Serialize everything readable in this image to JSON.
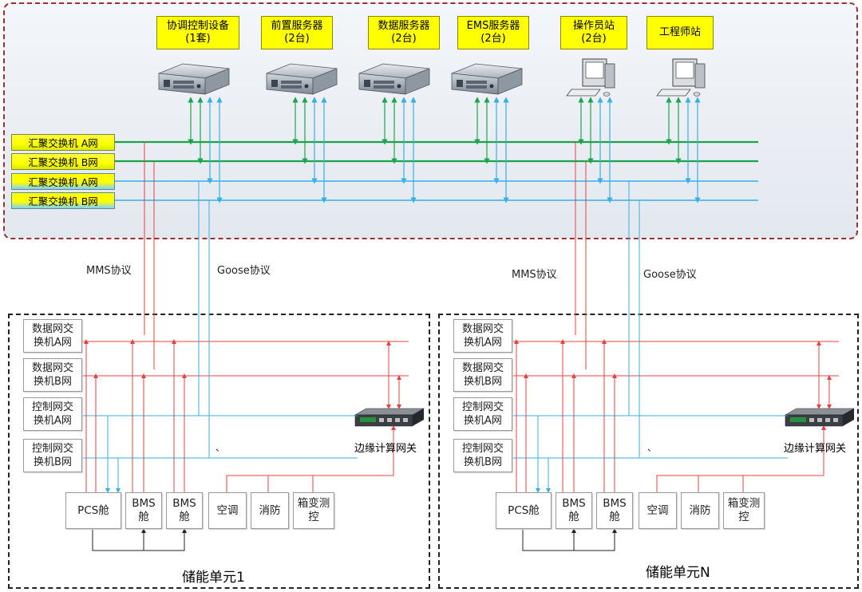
{
  "top_devices": [
    {
      "label": "协调控制设备\n(1套)",
      "icon": "server-icon"
    },
    {
      "label": "前置服务器\n(2台)",
      "icon": "server-icon"
    },
    {
      "label": "数据服务器\n(2台)",
      "icon": "server-icon"
    },
    {
      "label": "EMS服务器\n(2台)",
      "icon": "server-icon"
    },
    {
      "label": "操作员站\n(2台)",
      "icon": "workstation-icon"
    },
    {
      "label": "工程师站",
      "icon": "workstation-icon"
    }
  ],
  "aggregation_switches": [
    {
      "label": "汇聚交换机 A网",
      "network": "data"
    },
    {
      "label": "汇聚交换机 B网",
      "network": "data"
    },
    {
      "label": "汇聚交换机 A网",
      "network": "control"
    },
    {
      "label": "汇聚交换机 B网",
      "network": "control"
    }
  ],
  "units": [
    {
      "title": "储能单元1",
      "mms_label": "MMS协议",
      "goose_label": "Goose协议",
      "switches": [
        "数据网交\n换机A网",
        "数据网交\n换机B网",
        "控制网交\n换机A网",
        "控制网交\n换机B网"
      ],
      "cabins": [
        "PCS舱",
        "BMS\n舱",
        "BMS\n舱",
        "空调",
        "消防",
        "箱变测\n控"
      ],
      "gateway_label": "边缘计算网关",
      "mark": "、"
    },
    {
      "title": "储能单元N",
      "mms_label": "MMS协议",
      "goose_label": "Goose协议",
      "switches": [
        "数据网交\n换机A网",
        "数据网交\n换机B网",
        "控制网交\n换机A网",
        "控制网交\n换机B网"
      ],
      "cabins": [
        "PCS舱",
        "BMS\n舱",
        "BMS\n舱",
        "空调",
        "消防",
        "箱变测\n控"
      ],
      "gateway_label": "边缘计算网关",
      "mark": "、"
    }
  ],
  "colors": {
    "data_network": "#1aa54a",
    "control_network": "#36b0e6",
    "mms": "#e84040",
    "top_frame": "#9a3030",
    "label_fill": "#ffff00"
  }
}
